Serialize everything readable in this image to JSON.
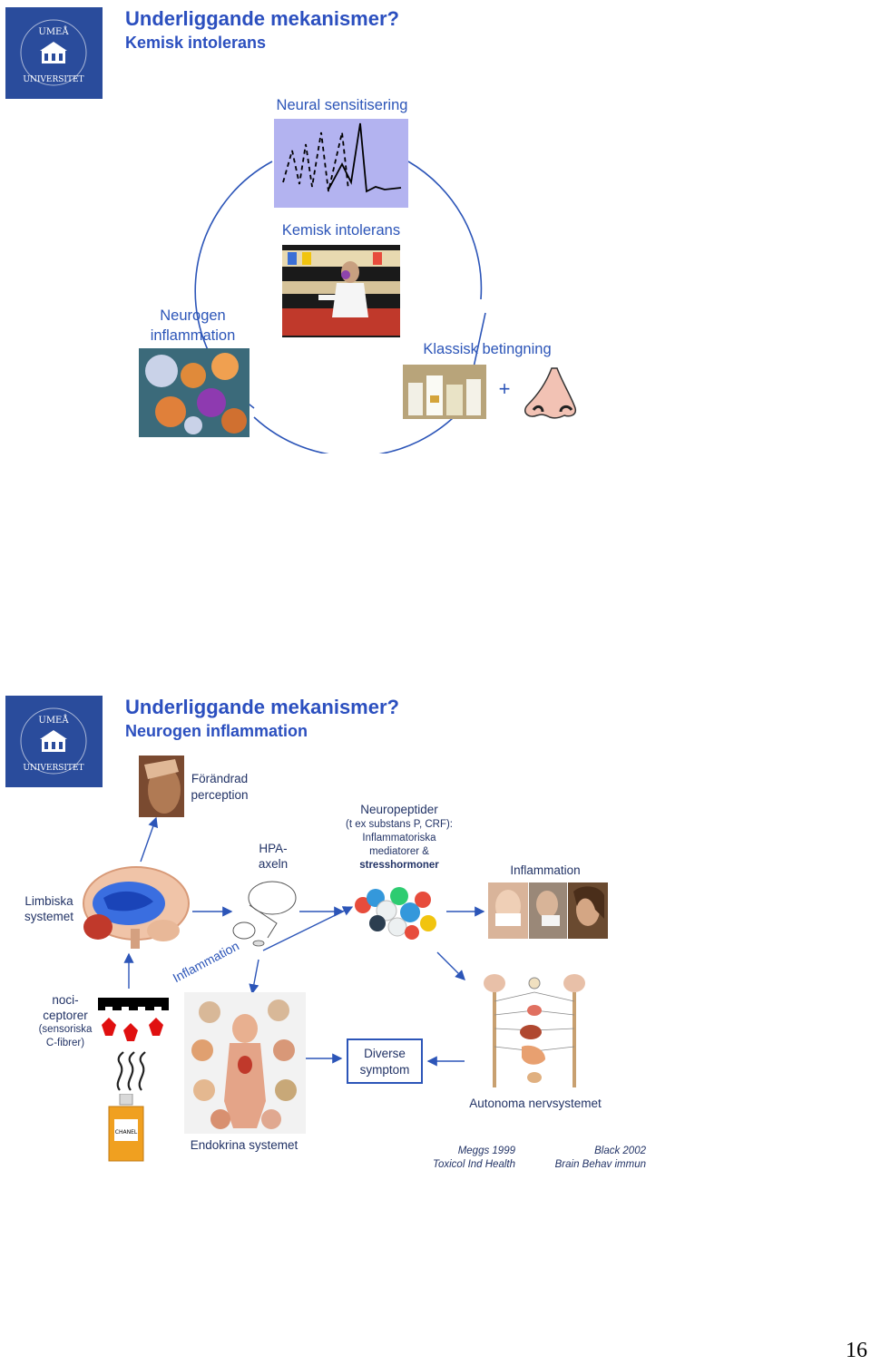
{
  "slide1": {
    "title": "Underliggande mekanismer?",
    "subtitle": "Kemisk intolerans",
    "labels": {
      "neural": "Neural sensitisering",
      "center": "Kemisk intolerans",
      "neurogen_line1": "Neurogen",
      "neurogen_line2": "inflammation",
      "klassisk": "Klassisk betingning",
      "plus": "+"
    }
  },
  "slide2": {
    "title": "Underliggande mekanismer?",
    "subtitle": "Neurogen inflammation",
    "labels": {
      "perception_line1": "Förändrad",
      "perception_line2": "perception",
      "hpa_line1": "HPA-",
      "hpa_line2": "axeln",
      "neuro_line1": "Neuropeptider",
      "neuro_line2": "(t ex substans P, CRF):",
      "neuro_line3": "Inflammatoriska",
      "neuro_line4": "mediatorer &",
      "neuro_line5": "stresshormoner",
      "inflammation": "Inflammation",
      "limbic_line1": "Limbiska",
      "limbic_line2": "systemet",
      "noci_line1": "noci-",
      "noci_line2": "ceptorer",
      "noci_line3": "(sensoriska",
      "noci_line4": "C-fibrer)",
      "inflammation_rot": "Inflammation",
      "diverse_line1": "Diverse",
      "diverse_line2": "symptom",
      "autonoma": "Autonoma nervsystemet",
      "endokrina": "Endokrina systemet",
      "ref1_line1": "Meggs 1999",
      "ref1_line2": "Toxicol Ind Health",
      "ref2_line1": "Black 2002",
      "ref2_line2": "Brain Behav immun"
    }
  },
  "page_number": "16",
  "colors": {
    "brand_blue": "#2a4c9c",
    "title_blue": "#2b4fbf",
    "label_blue": "#2c55b8",
    "graph_bg": "#b3b3f0"
  }
}
